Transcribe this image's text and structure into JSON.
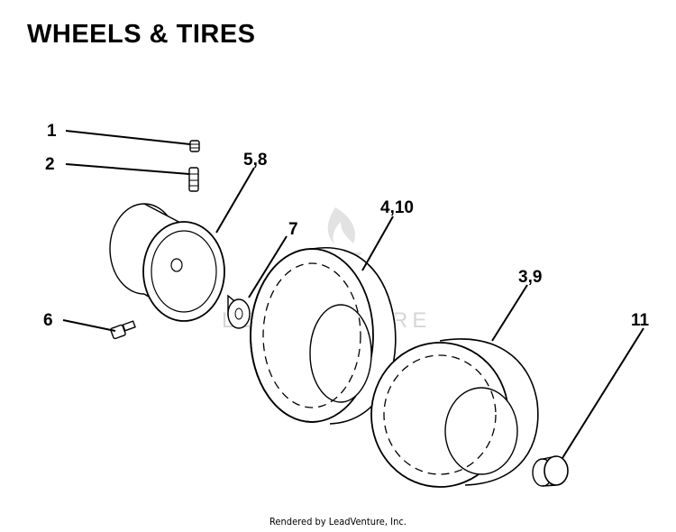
{
  "title": "WHEELS & TIRES",
  "callouts": {
    "c1": "1",
    "c2": "2",
    "c58": "5,8",
    "c7": "7",
    "c410": "4,10",
    "c39": "3,9",
    "c6": "6",
    "c11": "11"
  },
  "watermark": "LEADVENTURE",
  "footer": "Rendered by LeadVenture, Inc.",
  "colors": {
    "lines": "#000000",
    "watermark": "#d6d6d6",
    "background": "#ffffff"
  }
}
